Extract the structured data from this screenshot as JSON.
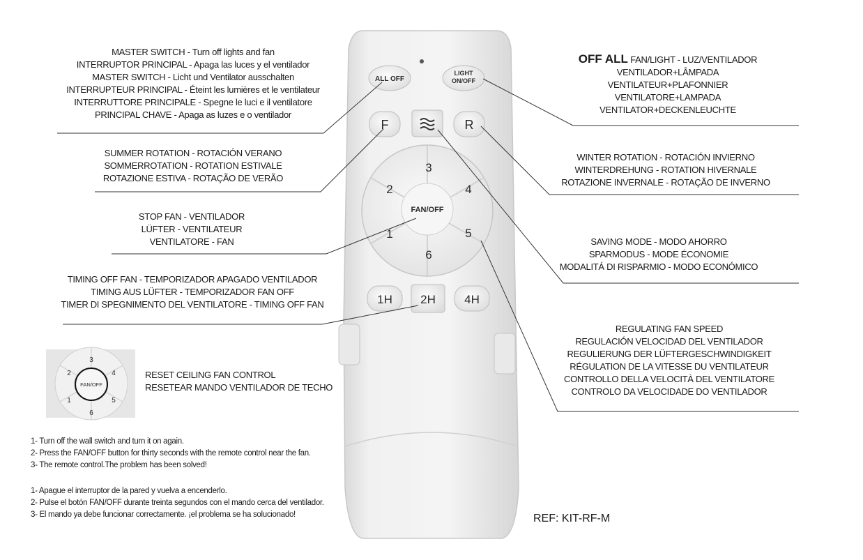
{
  "annotations": {
    "master_switch": [
      "MASTER SWITCH - Turn off lights and fan",
      "INTERRUPTOR PRINCIPAL - Apaga las luces y el ventilador",
      "MASTER SWITCH - Licht und Ventilator ausschalten",
      "INTERRUPTEUR PRINCIPAL - Éteint les lumières et le ventilateur",
      "INTERRUTTORE PRINCIPALE - Spegne le luci e il ventilatore",
      "PRINCIPAL CHAVE - Apaga as luzes e o ventilador"
    ],
    "summer_rotation": [
      "SUMMER ROTATION - ROTACIÓN VERANO",
      "SOMMERROTATION - ROTATION ESTIVALE",
      "ROTAZIONE ESTIVA - ROTAÇÃO DE VERÃO"
    ],
    "stop_fan": [
      "STOP FAN - VENTILADOR",
      "LÜFTER - VENTILATEUR",
      "VENTILATORE - FAN"
    ],
    "timing_off": [
      "TIMING OFF FAN - TEMPORIZADOR APAGADO VENTILADOR",
      "TIMING AUS LÜFTER - TEMPORIZADOR FAN OFF",
      "TIMER DI SPEGNIMENTO DEL VENTILATORE - TIMING OFF FAN"
    ],
    "off_all": {
      "head_bold": "OFF ALL",
      "head_rest": " FAN/LIGHT - LUZ/VENTILADOR",
      "lines": [
        "VENTILADOR+LÂMPADA",
        "VENTILATEUR+PLAFONNIER",
        "VENTILATORE+LAMPADA",
        "VENTILATOR+DECKENLEUCHTE"
      ]
    },
    "winter_rotation": [
      "WINTER ROTATION - ROTACIÓN INVIERNO",
      "WINTERDREHUNG - ROTATION HIVERNALE",
      "ROTAZIONE INVERNALE - ROTAÇÃO DE INVERNO"
    ],
    "saving_mode": [
      "SAVING MODE - MODO AHORRO",
      "SPARMODUS - MODE ÉCONOMIE",
      "MODALITÁ DI RISPARMIO - MODO ECONÓMICO"
    ],
    "fan_speed": [
      "REGULATING FAN SPEED",
      "REGULACIÓN VELOCIDAD DEL VENTILADOR",
      "REGULIERUNG DER LÜFTERGESCHWINDIGKEIT",
      "RÉGULATION DE LA VITESSE DU VENTILATEUR",
      "CONTROLLO DELLA VELOCITÀ DEL VENTILATORE",
      "CONTROLO DA VELOCIDADE DO VENTILADOR"
    ],
    "reset": [
      "RESET CEILING FAN CONTROL",
      "RESETEAR MANDO VENTILADOR DE TECHO"
    ]
  },
  "steps_en": [
    "1- Turn off the wall switch and turn it on again.",
    "2- Press the FAN/OFF button for thirty seconds with the remote control near the fan.",
    "3- The remote control.The problem has been solved!"
  ],
  "steps_es": [
    "1- Apague el interruptor de la pared y vuelva a encenderlo.",
    "2- Pulse el botón FAN/OFF durante treinta segundos con el mando cerca del ventilador.",
    "3- El mando ya debe funcionar correctamente. ¡el problema se ha solucionado!"
  ],
  "ref": "REF: KIT-RF-M",
  "remote": {
    "all_off": "ALL OFF",
    "light_on_off_1": "LIGHT",
    "light_on_off_2": "ON/OFF",
    "f": "F",
    "r": "R",
    "wave_icon": "wave-icon",
    "fan_off": "FAN/OFF",
    "speeds": [
      "1",
      "2",
      "3",
      "4",
      "5",
      "6"
    ],
    "timers": [
      "1H",
      "2H",
      "4H"
    ]
  },
  "colors": {
    "remote_body": "#eeeeee",
    "button_face": "#f3f3f3",
    "leader_line": "#333333"
  }
}
